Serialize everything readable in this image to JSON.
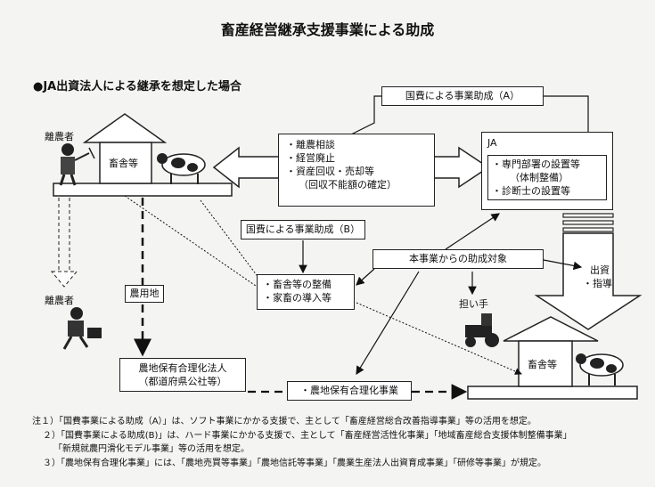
{
  "title": "畜産経営継承支援事業による助成",
  "subtitle": "●JA出資法人による継承を想定した場合",
  "labels": {
    "retiring_farmer_top": "離農者",
    "retiring_farmer_bottom": "離農者",
    "barn_left": "畜舎等",
    "barn_right": "畜舎等",
    "farmland": "農用地",
    "successor": "担い手",
    "investment": "出資",
    "guidance": "・指導"
  },
  "boxes": {
    "grant_a": "国費による事業助成（A）",
    "grant_b": "国費による事業助成（B）",
    "target": "本事業からの助成対象",
    "consult_items": [
      "離農相談",
      "経営廃止",
      "資産回収・売却等"
    ],
    "consult_note": "（回収不能額の確定）",
    "ja_title": "JA",
    "ja_items": [
      "専門部署の設置等",
      "診断士の設置等"
    ],
    "ja_note": "（体制整備）",
    "facility_items": [
      "畜舎等の整備",
      "家畜の導入等"
    ],
    "corp_line1": "農地保有合理化法人",
    "corp_line2": "（都道府県公社等）",
    "rationalization": "・農地保有合理化事業"
  },
  "notes": [
    "注１）「国費事業による助成（A）」は、ソフト事業にかかる支援で、主として「畜産経営総合改善指導事業」等の活用を想定。",
    "２）「国費事業による助成(B)」は、ハード事業にかかる支援で、主として「畜産経営活性化事業」「地域畜産総合支援体制整備事業」",
    "「新規就農円滑化モデル事業」等の活用を想定。",
    "３）「農地保有合理化事業」には、「農地売買等事業」「農地信託等事業」「農業生産法人出資育成事業」「研修等事業」が規定。"
  ]
}
